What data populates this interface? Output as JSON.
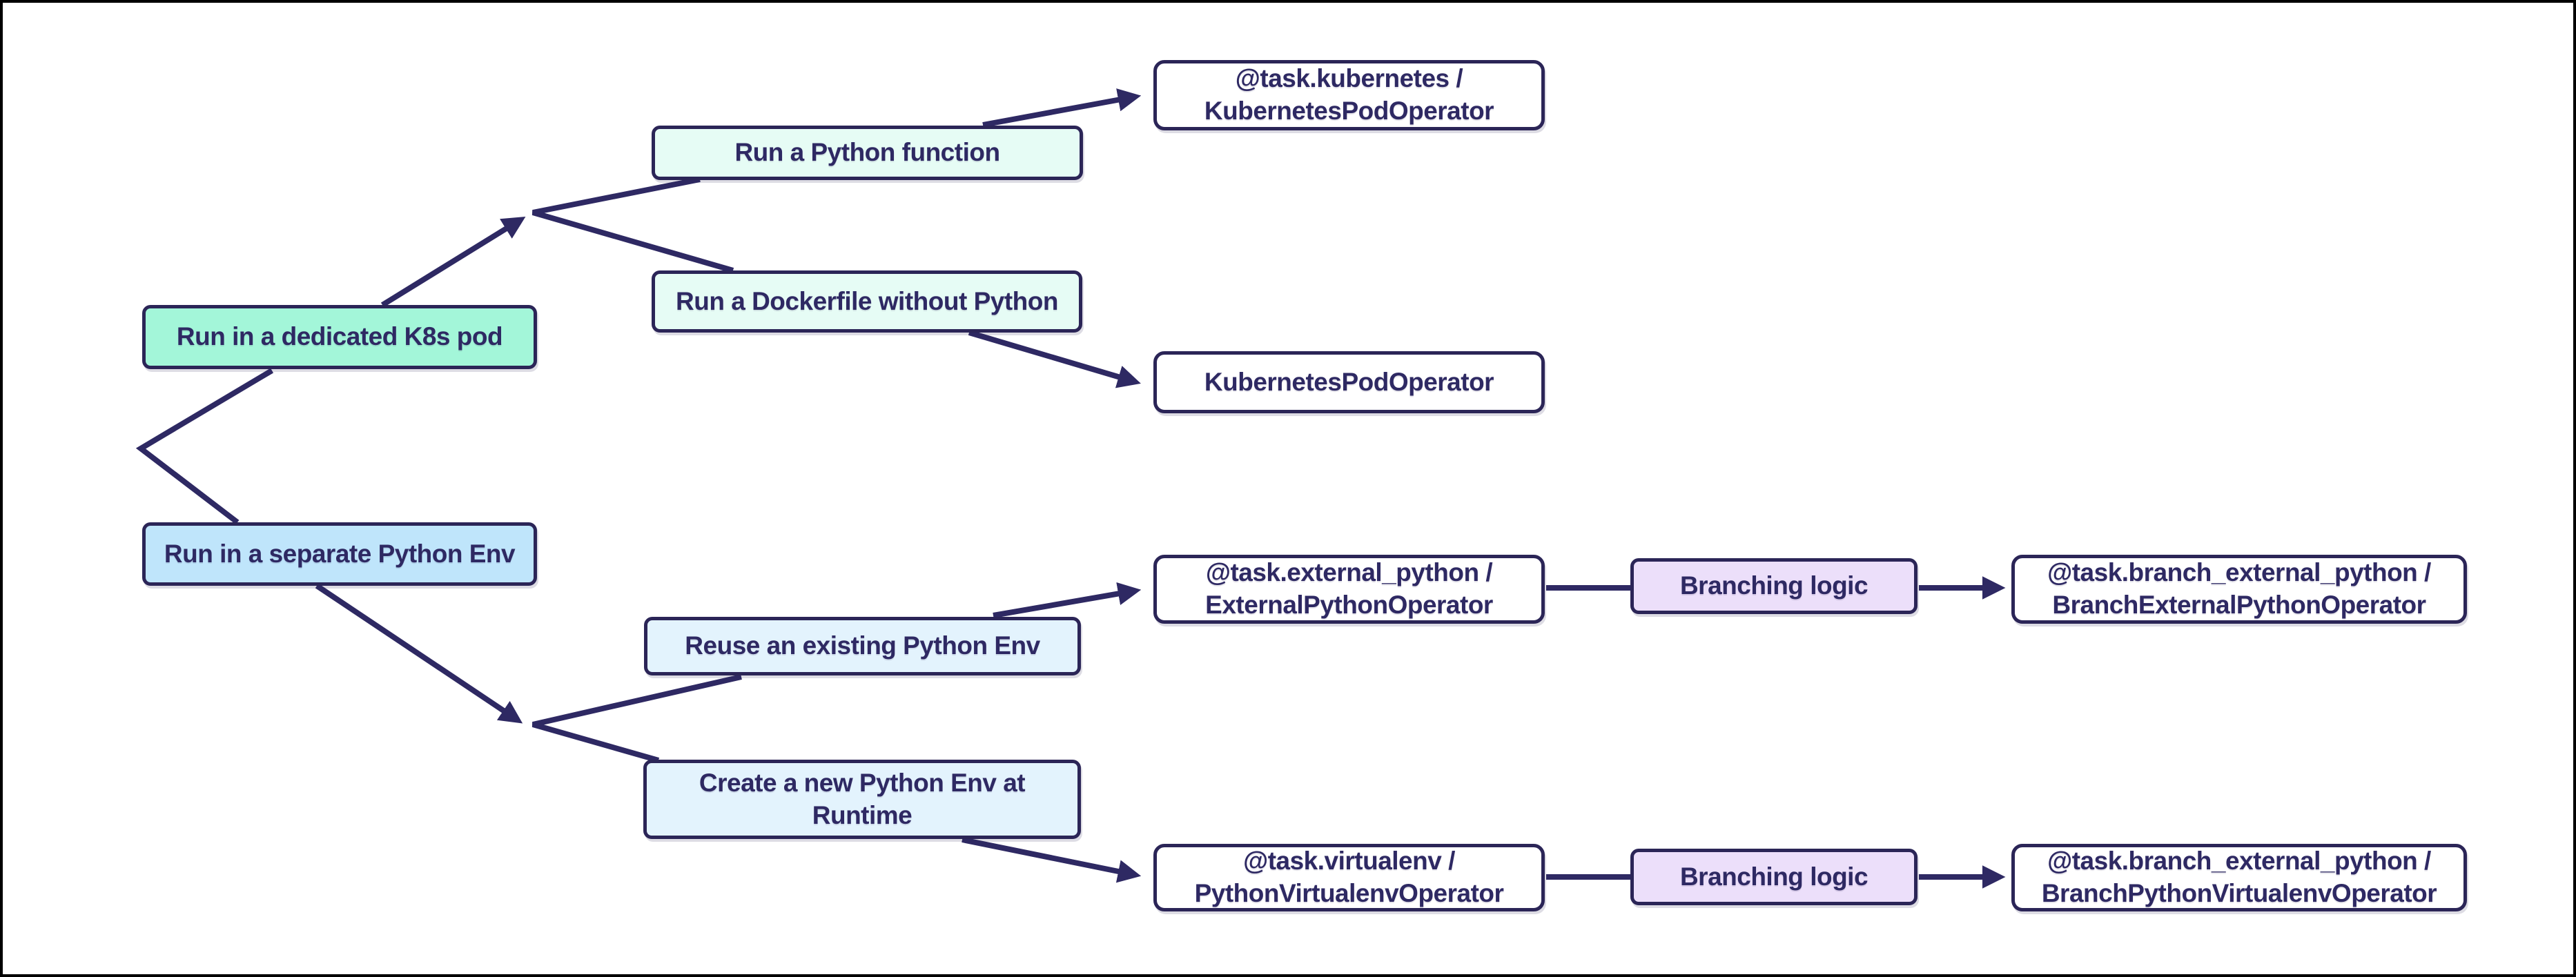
{
  "diagram": {
    "colors": {
      "line": "#2e2963",
      "text": "#2e2963",
      "node_border": "#2b2557",
      "background": "#ffffff",
      "frame": "#000000",
      "mint": "#a3f6d9",
      "mint_light": "#e6fcf5",
      "blue": "#bfe5fb",
      "blue_light": "#e3f3fd",
      "lavender": "#ecdffa",
      "white": "#ffffff"
    },
    "nodes": {
      "k8s_pod": {
        "label": "Run in a dedicated K8s pod",
        "fill": "#a3f6d9"
      },
      "python_env": {
        "label": "Run in a separate Python Env",
        "fill": "#bfe5fb"
      },
      "python_function": {
        "label": "Run a Python function",
        "fill": "#e6fcf5"
      },
      "dockerfile": {
        "label": "Run a Dockerfile without Python",
        "fill": "#e6fcf5"
      },
      "task_kubernetes": {
        "label": "@task.kubernetes /\nKubernetesPodOperator",
        "fill": "#ffffff"
      },
      "kubernetes_pod_operator": {
        "label": "KubernetesPodOperator",
        "fill": "#ffffff"
      },
      "reuse_env": {
        "label": "Reuse an existing Python Env",
        "fill": "#e3f3fd"
      },
      "task_external_python": {
        "label": "@task.external_python /\nExternalPythonOperator",
        "fill": "#ffffff"
      },
      "branching_logic_top": {
        "label": "Branching logic",
        "fill": "#ecdffa"
      },
      "task_branch_external_python": {
        "label": "@task.branch_external_python /\nBranchExternalPythonOperator",
        "fill": "#ffffff"
      },
      "create_env": {
        "label": "Create a new Python Env at\nRuntime",
        "fill": "#e3f3fd"
      },
      "task_virtualenv": {
        "label": "@task.virtualenv /\nPythonVirtualenvOperator",
        "fill": "#ffffff"
      },
      "branching_logic_bottom": {
        "label": "Branching logic",
        "fill": "#ecdffa"
      },
      "task_branch_python_virtualenv": {
        "label": "@task.branch_external_python /\nBranchPythonVirtualenvOperator",
        "fill": "#ffffff"
      }
    },
    "edges": [
      {
        "from": "root",
        "to": "k8s_pod",
        "arrow": false
      },
      {
        "from": "root",
        "to": "python_env",
        "arrow": false
      },
      {
        "from": "k8s_pod",
        "to": "junction_k8s",
        "arrow": true
      },
      {
        "from": "junction_k8s",
        "to": "python_function",
        "arrow": false
      },
      {
        "from": "junction_k8s",
        "to": "dockerfile",
        "arrow": false
      },
      {
        "from": "python_function",
        "to": "task_kubernetes",
        "arrow": true
      },
      {
        "from": "dockerfile",
        "to": "kubernetes_pod_operator",
        "arrow": true
      },
      {
        "from": "python_env",
        "to": "junction_python",
        "arrow": true
      },
      {
        "from": "junction_python",
        "to": "reuse_env",
        "arrow": false
      },
      {
        "from": "junction_python",
        "to": "create_env",
        "arrow": false
      },
      {
        "from": "reuse_env",
        "to": "task_external_python",
        "arrow": true
      },
      {
        "from": "task_external_python",
        "to": "branching_logic_top",
        "arrow": false
      },
      {
        "from": "branching_logic_top",
        "to": "task_branch_external_python",
        "arrow": true
      },
      {
        "from": "create_env",
        "to": "task_virtualenv",
        "arrow": true
      },
      {
        "from": "task_virtualenv",
        "to": "branching_logic_bottom",
        "arrow": false
      },
      {
        "from": "branching_logic_bottom",
        "to": "task_branch_python_virtualenv",
        "arrow": true
      }
    ]
  }
}
